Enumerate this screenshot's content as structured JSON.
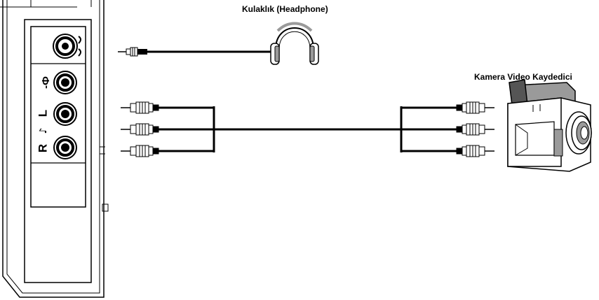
{
  "labels": {
    "headphone": "Kulaklık (Headphone)",
    "camcorder": "Kamera Video Kaydedici"
  },
  "panel_symbols": {
    "video": "-Ф",
    "left": "L",
    "audio": "♪",
    "right": "R"
  },
  "icons": [
    "headphone-icon",
    "camcorder-icon",
    "rca-plug-icon",
    "jack-plug-icon"
  ],
  "colors": {
    "line": "#000000",
    "device_fill": "#ffffff",
    "shade": "#9a9a9a"
  }
}
